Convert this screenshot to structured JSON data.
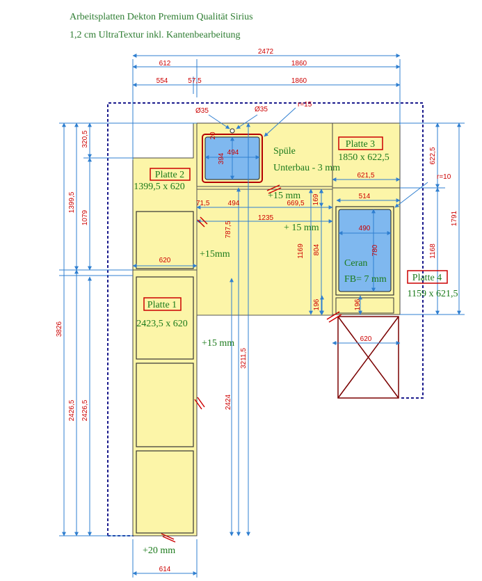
{
  "header": {
    "line1": "Arbeitsplatten Dekton Premium Qualität Sirius",
    "line2": "1,2 cm UltraTextur inkl. Kantenbearbeitung"
  },
  "colors": {
    "panel": "#fcf5a8",
    "sink_blue": "#7fb8ef",
    "dimension_red": "#cc0000",
    "guide_blue": "#2f7fd0",
    "dashed_navy": "#1a1a8c",
    "label_green": "#1b7a1b",
    "cabinet_outline": "#7a0000"
  },
  "top_dims": {
    "d2472": "2472",
    "d612": "612",
    "d1860a": "1860",
    "d554": "554",
    "d575": "57,5",
    "d1860b": "1860"
  },
  "left_dims": {
    "d3826": "3826",
    "d1399_5": "1399,5",
    "d2426_5a": "2426,5",
    "d320_5": "320,5",
    "d1079": "1079",
    "d2426_5b": "2426,5"
  },
  "right_dims": {
    "d622_5": "622,5",
    "d1791": "1791",
    "d1168": "1168",
    "r10": "r=10"
  },
  "inner_dims": {
    "phi35a": "Ø35",
    "phi35b": "Ø35",
    "r15": "r=15",
    "sink_w": "494",
    "sink_h": "394",
    "sink_side": "20",
    "d71_5": "71,5",
    "d494": "494",
    "d669_5": "669,5",
    "d169": "169",
    "d1235": "1235",
    "d787_5": "787,5",
    "d3211_5": "3211,5",
    "d2424": "2424",
    "d1169": "1169",
    "d804": "804",
    "d196a": "196",
    "d196b": "196",
    "d514": "514",
    "d490": "490",
    "d780": "780",
    "d621_5": "621,5",
    "d620a": "620",
    "d620b": "620",
    "d614": "614"
  },
  "notes": {
    "plus15_top": "+15 mm",
    "plus15_mid": "+ 15 mm",
    "plus15_left": "+15mm",
    "plus15_long": "+15 mm",
    "plus20": "+20 mm",
    "spuele": "Spüle",
    "unterbau": "Unterbau - 3 mm",
    "ceran": "Ceran",
    "fb": "FB= 7 mm"
  },
  "plates": [
    {
      "label": "Platte 1",
      "size": "2423,5 x 620"
    },
    {
      "label": "Platte 2",
      "size": "1399,5 x 620"
    },
    {
      "label": "Platte 3",
      "size": "1850 x 622,5"
    },
    {
      "label": "Platte 4",
      "size": "1159 x 621,5"
    }
  ]
}
